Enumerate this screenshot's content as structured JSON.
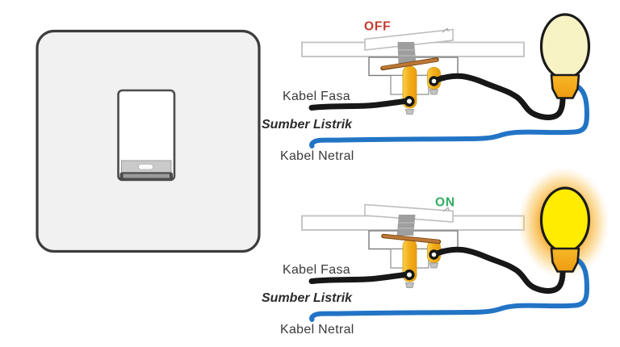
{
  "diagram": {
    "states": [
      {
        "label": "OFF",
        "color": "#c23b2e"
      },
      {
        "label": "ON",
        "color": "#2fae62"
      }
    ],
    "wire_labels": {
      "phase": "Kabel Fasa",
      "source": "Sumber Listrik",
      "neutral": "Kabel Netral"
    }
  },
  "colors": {
    "background": "#ffffff",
    "plate_fill": "#f1f1f1",
    "plate_border": "#3d3d3d",
    "bar_outline": "#c6c6c6",
    "terminal_yellow": "#f3ae1c",
    "copper": "#bd7836",
    "wire_phase": "#171717",
    "wire_neutral": "#2274c5",
    "bulb_off": "#f8f3c5",
    "bulb_on": "#ffec00",
    "bulb_base": "#f5a91c",
    "glow": "#f7a41f",
    "label_text": "#3a3a3a"
  }
}
